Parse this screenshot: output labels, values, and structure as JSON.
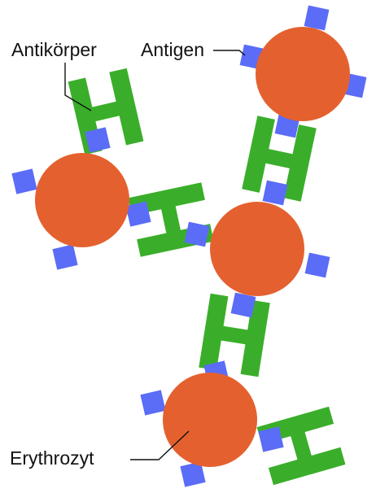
{
  "labels": {
    "antibody": "Antikörper",
    "antigen": "Antigen",
    "erythrocyte": "Erythrozyt"
  },
  "colors": {
    "erythrocyte": "#e4612f",
    "antigen": "#5b6cf7",
    "antibody": "#3aae2a",
    "text": "#111111",
    "background": "#ffffff"
  }
}
